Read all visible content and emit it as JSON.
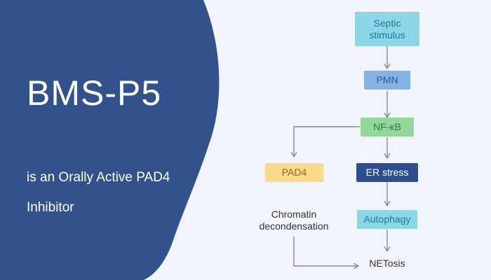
{
  "left_panel": {
    "title": "BMS-P5",
    "subtitle_line1": "is an Orally Active PAD4",
    "subtitle_line2": "Inhibitor",
    "color": "#33528c"
  },
  "diagram": {
    "nodes": {
      "septic": {
        "line1": "Septic",
        "line2": "stimulus",
        "fill": "#8dd6e8",
        "text_color": "#1b7a96"
      },
      "pmn": {
        "label": "PMN",
        "fill": "#85b3e6",
        "text_color": "#245d9c"
      },
      "nfkb": {
        "label": "NF-κB",
        "fill": "#93d79a",
        "text_color": "#2e7d3a"
      },
      "pad4": {
        "label": "PAD4",
        "fill": "#fbd98a",
        "text_color": "#8a6a1c"
      },
      "er_stress": {
        "label": "ER stress",
        "fill": "#2c4d8e",
        "text_color": "#ffffff"
      },
      "chromatin": {
        "line1": "Chromatin",
        "line2": "decondensation"
      },
      "autophagy": {
        "label": "Autophagy",
        "fill": "#8dd6e8",
        "text_color": "#1b7a96"
      },
      "netosis": {
        "label": "NETosis"
      }
    },
    "arrow_color": "#8a8a8a"
  }
}
